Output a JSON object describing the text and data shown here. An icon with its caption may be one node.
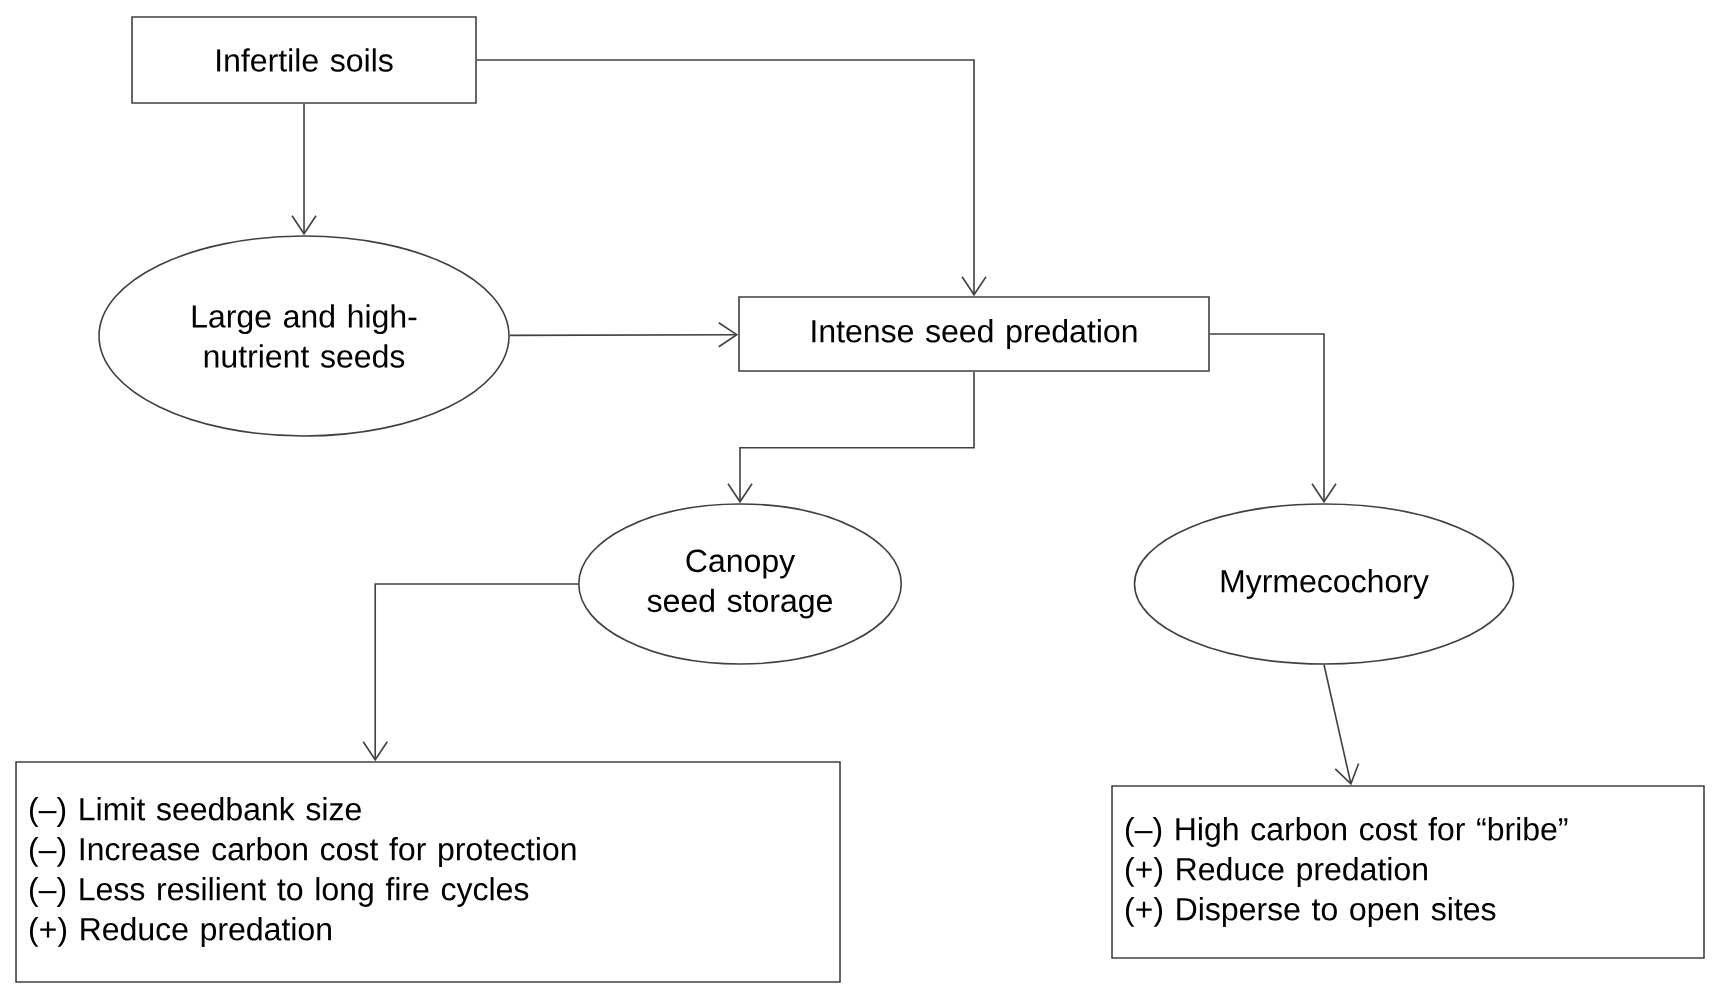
{
  "diagram": {
    "nodes": [
      {
        "text": [
          "Infertile soils"
        ]
      },
      {
        "text": [
          "Large and high-nutrient seeds"
        ]
      },
      {
        "text": [
          "Intense seed predation"
        ]
      },
      {
        "text": [
          "Canopy seed storage"
        ]
      },
      {
        "text": [
          "Myrmecochory"
        ]
      },
      {
        "text": [
          "(–) Limit seedbank size",
          "(–) Increase carbon cost for protection",
          "(–) Less resilient to long fire cycles",
          "(+) Reduce predation"
        ]
      },
      {
        "text": [
          "(–) High carbon cost for “bribe”",
          "(+) Reduce predation",
          "(+) Disperse to open sites"
        ]
      }
    ],
    "edges": [
      {
        "from": 0,
        "to": 1,
        "arrow": "to"
      },
      {
        "from": 0,
        "to": 2,
        "arrow": "to"
      },
      {
        "from": 1,
        "to": 2,
        "arrow": "to"
      },
      {
        "from": 2,
        "to": 3,
        "arrow": "to"
      },
      {
        "from": 2,
        "to": 4,
        "arrow": "to"
      },
      {
        "from": 3,
        "to": 5,
        "arrow": "to"
      },
      {
        "from": 4,
        "to": 6,
        "arrow": "to"
      }
    ]
  }
}
